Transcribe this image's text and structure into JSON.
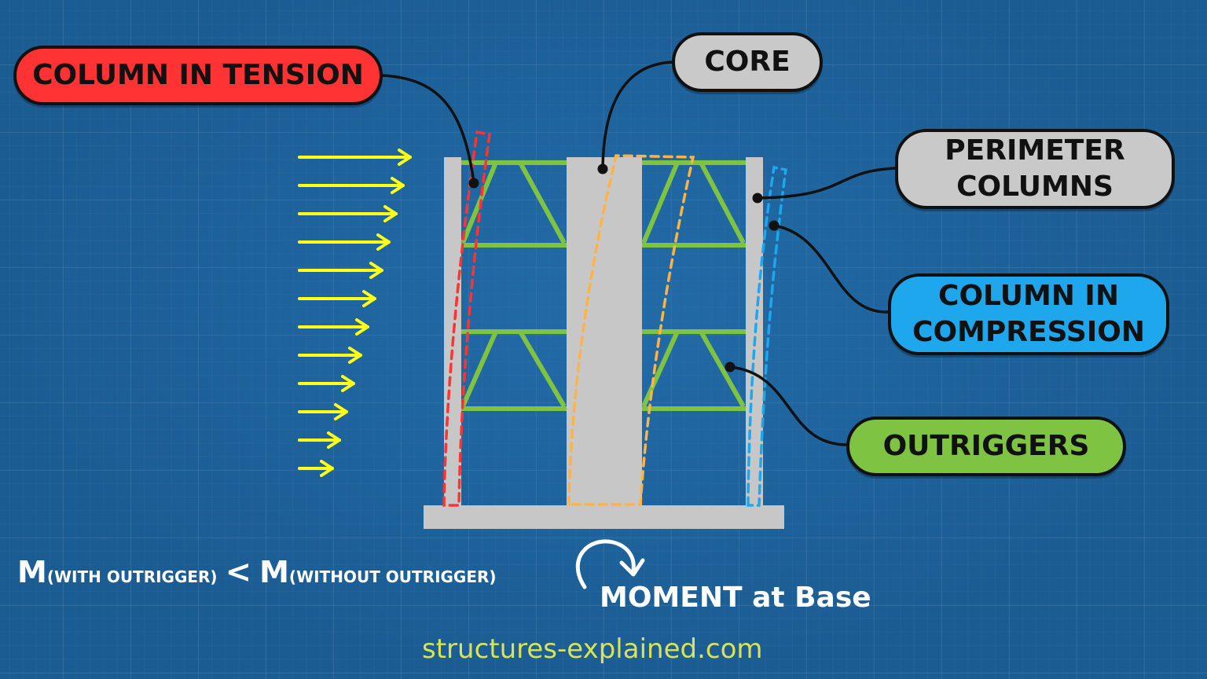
{
  "colors": {
    "background": "#1b5c93",
    "structure": "#c7c7c7",
    "outriggers": "#7fc342",
    "wind_arrows": "#ffff1a",
    "tension": "#ff3333",
    "core_deflected": "#ffb347",
    "compression": "#1ea7ec",
    "website": "#d7e45a"
  },
  "icons": {
    "wind_arrows": "arrow-right",
    "moment": "clockwise-arrow"
  },
  "labels": {
    "tension": "COLUMN IN TENSION",
    "core": "CORE",
    "perimeter": [
      "PERIMETER",
      "COLUMNS"
    ],
    "compression": [
      "COLUMN IN",
      "COMPRESSION"
    ],
    "outriggers": "OUTRIGGERS"
  },
  "equation": {
    "m1": "M",
    "sub1": "(WITH OUTRIGGER)",
    "op": "<",
    "m2": "M",
    "sub2": "(WITHOUT OUTRIGGER)"
  },
  "moment_label": "MOMENT at Base",
  "website": "structures-explained.com"
}
